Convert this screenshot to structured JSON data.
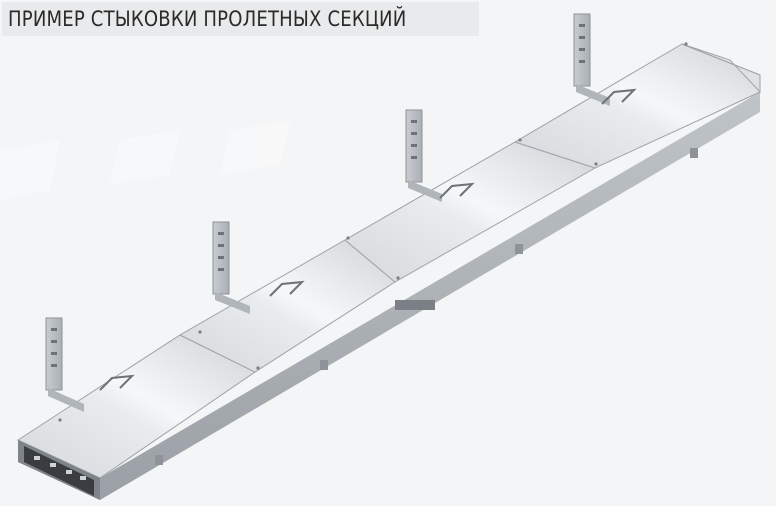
{
  "header": {
    "title": "ПРИМЕР СТЫКОВКИ ПРОЛЕТНЫХ СЕКЦИЙ"
  },
  "image": {
    "subject": "cable-tray-assembly",
    "sections": 4,
    "hangers": 4,
    "handles": 4,
    "colors": {
      "background": "#f4f5f6",
      "metal_light": "#d6dadd",
      "metal_mid": "#b9bec2",
      "metal_dark": "#8d9398",
      "hole": "#3a3d40"
    }
  }
}
